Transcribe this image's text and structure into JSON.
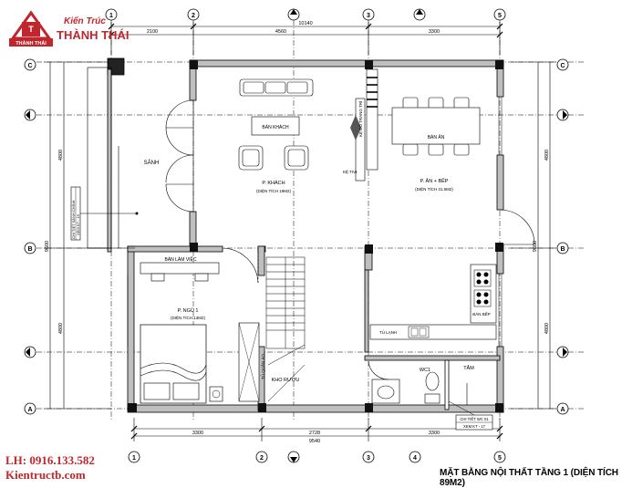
{
  "brand": {
    "line1": "Kiến Trúc",
    "line2": "THÀNH THÁI",
    "badge": "THÀNH THÁI",
    "color": "#c0272d"
  },
  "contact": {
    "phone": "LH: 0916.133.582",
    "website": "Kientructb.com"
  },
  "plan_title": "MẶT BẰNG NỘI THẤT TẦNG 1 (DIỆN TÍCH 89M2)",
  "grid_axes": {
    "columns": [
      "1",
      "2",
      "3",
      "4",
      "5"
    ],
    "rows": [
      "C",
      "B",
      "A"
    ]
  },
  "dimensions": {
    "top_segments": [
      "2100",
      "4560",
      "3300"
    ],
    "top_total": "10140",
    "bottom_segments": [
      "3300",
      "2728",
      "3300"
    ],
    "bottom_total": "9540",
    "left_segments": [
      "4800",
      "4800"
    ],
    "left_total": "9600",
    "right_segments": [
      "4800",
      "4800"
    ],
    "right_total": "9600"
  },
  "rooms": {
    "sanh": "SẢNH",
    "khach": "P. KHÁCH",
    "khach_area": "(DIỆN TÍCH 19M2)",
    "an_bep": "P. ĂN + BẾP",
    "an_bep_area": "(DIỆN TÍCH 31.5M2)",
    "ngu": "P. NGỦ 1",
    "ngu_area": "(DIỆN TÍCH 13M2)",
    "wc": "WC1",
    "tam": "TẮM",
    "kho": "KHO RƯỢU"
  },
  "furniture": {
    "ban_khach": "BÀN KHÁCH",
    "ban_an": "BÀN ĂN",
    "ban_lam_viec": "BÀN LÀM VIỆC",
    "ban_bep": "BÀN BẾP",
    "tu_lanh": "TỦ LẠNH",
    "ke_tivi": "KỆ TIVI",
    "ke_trang_tri": "KỆ ĐỒ TRANG TRÍ",
    "tu_quan_ao": "TỦ QUẦN ÁO"
  },
  "callouts": {
    "canh_top": "CHI TIẾT SẢNH CHÍNH",
    "canh_bottom": "XEM KT - 19",
    "wc_top": "CHI TIẾT WC 01",
    "wc_bottom": "XEM KT - 17"
  }
}
